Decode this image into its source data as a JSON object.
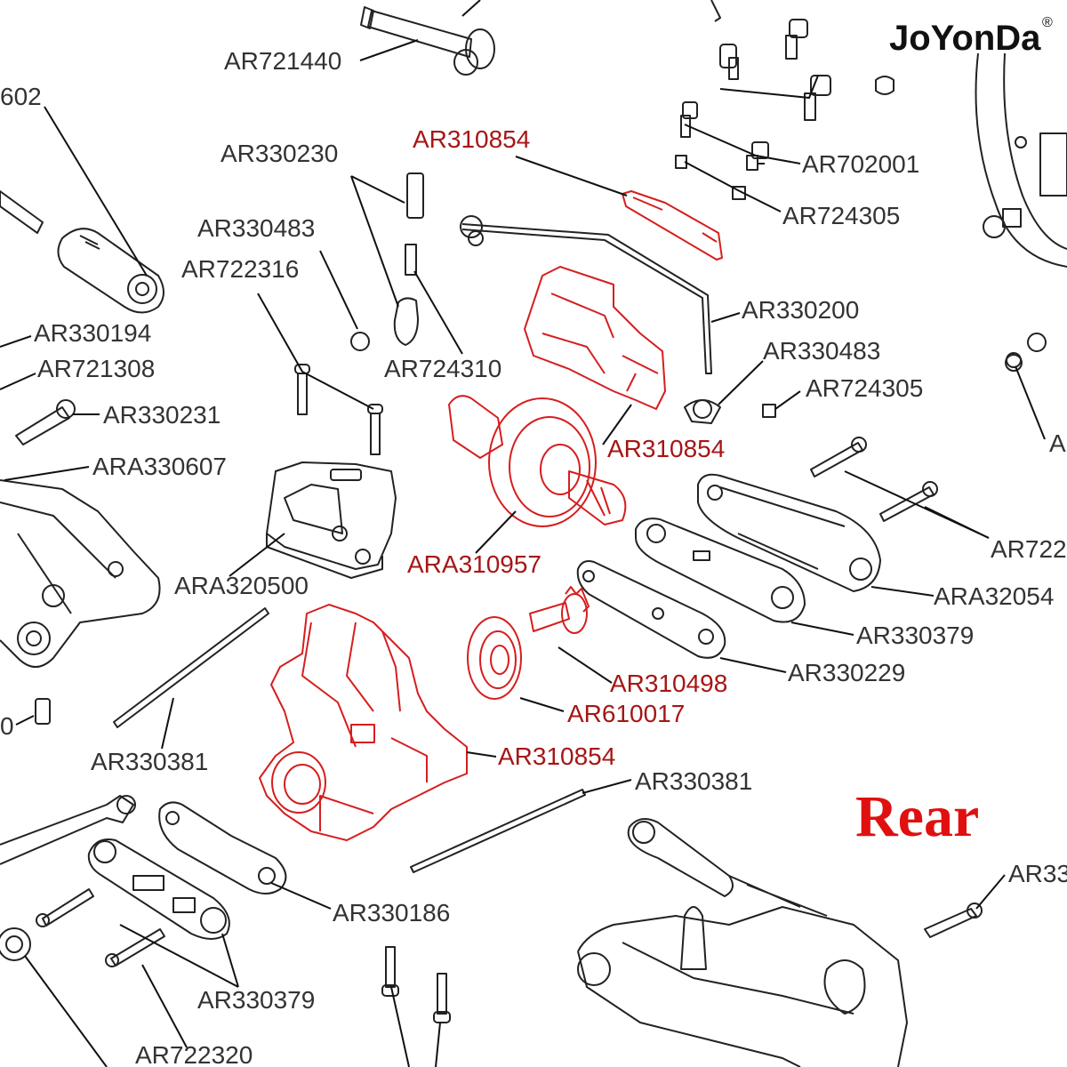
{
  "brand": {
    "name": "JoYonDa",
    "reg_mark": "®"
  },
  "rear_label": {
    "text": "Rear",
    "color": "#e01010"
  },
  "colors": {
    "highlight": "#d61e1e",
    "highlight_text": "#a61616",
    "line": "#222222",
    "text": "#333333"
  },
  "labels": [
    {
      "id": "ar721440",
      "text": "AR721440",
      "highlight": false
    },
    {
      "id": "cut-602",
      "text": "602",
      "highlight": false
    },
    {
      "id": "ar330230",
      "text": "AR330230",
      "highlight": false
    },
    {
      "id": "ar310854-top",
      "text": "AR310854",
      "highlight": true
    },
    {
      "id": "ar702001",
      "text": "AR702001",
      "highlight": false
    },
    {
      "id": "ar724305-top",
      "text": "AR724305",
      "highlight": false
    },
    {
      "id": "ar330483-left",
      "text": "AR330483",
      "highlight": false
    },
    {
      "id": "ar722316",
      "text": "AR722316",
      "highlight": false
    },
    {
      "id": "ar330200",
      "text": "AR330200",
      "highlight": false
    },
    {
      "id": "ar330483-right",
      "text": "AR330483",
      "highlight": false
    },
    {
      "id": "ar724305-mid",
      "text": "AR724305",
      "highlight": false
    },
    {
      "id": "ar330194",
      "text": "AR330194",
      "highlight": false
    },
    {
      "id": "ar721308",
      "text": "AR721308",
      "highlight": false
    },
    {
      "id": "ar724310",
      "text": "AR724310",
      "highlight": false
    },
    {
      "id": "ar330231",
      "text": "AR330231",
      "highlight": false
    },
    {
      "id": "ar310854-mid",
      "text": "AR310854",
      "highlight": true
    },
    {
      "id": "ara330607",
      "text": "ARA330607",
      "highlight": false
    },
    {
      "id": "cut-a",
      "text": "A",
      "highlight": false
    },
    {
      "id": "ar722-right",
      "text": "AR722",
      "highlight": false
    },
    {
      "id": "ara310957",
      "text": "ARA310957",
      "highlight": true
    },
    {
      "id": "ara320500",
      "text": "ARA320500",
      "highlight": false
    },
    {
      "id": "ara32054-right",
      "text": "ARA32054",
      "highlight": false
    },
    {
      "id": "ar330379-right",
      "text": "AR330379",
      "highlight": false
    },
    {
      "id": "ar330229",
      "text": "AR330229",
      "highlight": false
    },
    {
      "id": "ar310498",
      "text": "AR310498",
      "highlight": true
    },
    {
      "id": "ar610017",
      "text": "AR610017",
      "highlight": true
    },
    {
      "id": "cut-0",
      "text": "0",
      "highlight": false
    },
    {
      "id": "ar310854-bottom",
      "text": "AR310854",
      "highlight": true
    },
    {
      "id": "ar330381-left",
      "text": "AR330381",
      "highlight": false
    },
    {
      "id": "ar330381-right",
      "text": "AR330381",
      "highlight": false
    },
    {
      "id": "ar33-right",
      "text": "AR33",
      "highlight": false
    },
    {
      "id": "ar330186",
      "text": "AR330186",
      "highlight": false
    },
    {
      "id": "ar330379-bottom",
      "text": "AR330379",
      "highlight": false
    },
    {
      "id": "ar722320",
      "text": "AR722320",
      "highlight": false
    }
  ]
}
